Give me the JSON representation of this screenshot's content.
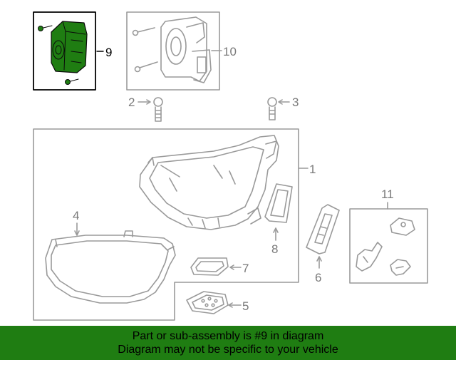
{
  "diagram": {
    "callouts": {
      "c1": "1",
      "c2": "2",
      "c3": "3",
      "c4": "4",
      "c5": "5",
      "c6": "6",
      "c7": "7",
      "c8": "8",
      "c9": "9",
      "c10": "10",
      "c11": "11"
    },
    "highlighted_part": "9",
    "highlight_color": "#1f7d12"
  },
  "footer": {
    "line1": "Part or sub-assembly is #9 in diagram",
    "line2": "Diagram may not be specific to your vehicle",
    "background": "#1f7d12"
  }
}
